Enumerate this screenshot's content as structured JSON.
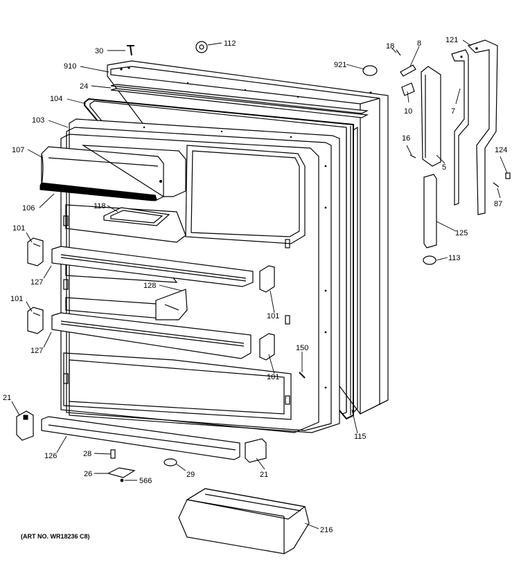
{
  "labels": {
    "l30": "30",
    "l112": "112",
    "l910": "910",
    "l921": "921",
    "l18": "18",
    "l8": "8",
    "l121": "121",
    "l24": "24",
    "l104": "104",
    "l103": "103",
    "l10": "10",
    "l7": "7",
    "l107": "107",
    "l16": "16",
    "l5": "5",
    "l124": "124",
    "l87": "87",
    "l106": "106",
    "l118": "118",
    "l101a": "101",
    "l125": "125",
    "l113": "113",
    "l127a": "127",
    "l128": "128",
    "l101b": "101",
    "l101c": "101",
    "l127b": "127",
    "l150": "150",
    "l101d": "101",
    "l21a": "21",
    "l115": "115",
    "l126": "126",
    "l28": "28",
    "l21b": "21",
    "l26": "26",
    "l566": "566",
    "l29": "29",
    "l216": "216"
  },
  "art_note": "(ART NO. WR18236 C8)"
}
